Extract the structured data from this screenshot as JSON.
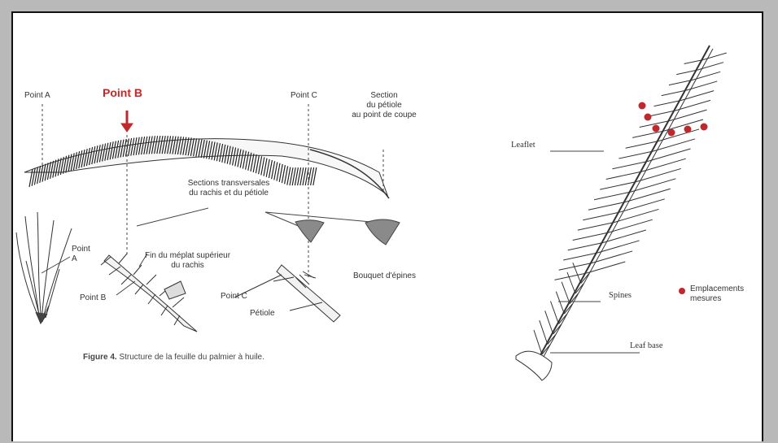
{
  "left_figure": {
    "labels": {
      "point_a": "Point A",
      "point_b": "Point B",
      "point_c": "Point C",
      "section_petiole": "Section\ndu pétiole\nau point de coupe",
      "sections_transversales": "Sections transversales\ndu rachis et du pétiole",
      "point_a_inset": "Point\nA",
      "point_b_inset": "Point B",
      "fin_meplat": "Fin du méplat supérieur\ndu rachis",
      "point_c_inset": "Point C",
      "bouquet": "Bouquet d'épines",
      "petiole": "Pétiole"
    },
    "caption_bold": "Figure 4.",
    "caption_text": " Structure de la feuille du palmier à huile."
  },
  "right_figure": {
    "labels": {
      "leaflet": "Leaflet",
      "spines": "Spines",
      "leaf_base": "Leaf base",
      "legend": "Emplacements\nmesures"
    }
  },
  "colors": {
    "accent": "#c0292b",
    "section_fill": "#8a8a8a",
    "ink": "#333333"
  }
}
